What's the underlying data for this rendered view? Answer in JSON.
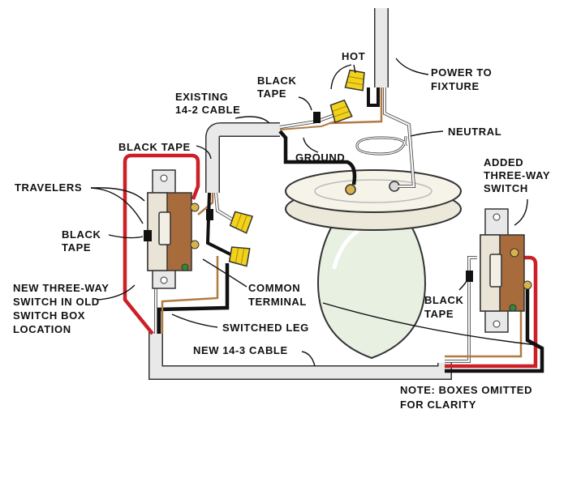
{
  "labels": {
    "hot": "HOT",
    "power_to_fixture": [
      "POWER TO",
      "FIXTURE"
    ],
    "black_tape_top": [
      "BLACK",
      "TAPE"
    ],
    "existing_cable": [
      "EXISTING",
      "14-2 CABLE"
    ],
    "neutral": "NEUTRAL",
    "black_tape_left": "BLACK TAPE",
    "ground": "GROUND",
    "travelers": "TRAVELERS",
    "added_switch": [
      "ADDED",
      "THREE-WAY",
      "SWITCH"
    ],
    "black_tape_mid": [
      "BLACK",
      "TAPE"
    ],
    "new_switch": [
      "NEW THREE-WAY",
      "SWITCH IN OLD",
      "SWITCH BOX",
      "LOCATION"
    ],
    "common_terminal": [
      "COMMON",
      "TERMINAL"
    ],
    "black_tape_right": [
      "BLACK",
      "TAPE"
    ],
    "switched_leg": "SWITCHED LEG",
    "new_cable": "NEW 14-3 CABLE",
    "note": [
      "NOTE: BOXES OMITTED",
      "FOR CLARITY"
    ]
  },
  "colors": {
    "hot_wire": "#111111",
    "traveler_red": "#cc1f26",
    "neutral_white": "#f4f4f4",
    "ground_copper": "#b07a43",
    "wire_nut": "#f2d21c",
    "cable_sheath": "#e9e9e9",
    "switch_body": "#a86b3c",
    "bulb_glass": "#e8f0e2"
  },
  "icons": {
    "wire_nut": "wire-nut-icon",
    "switch": "three-way-switch-icon",
    "bulb": "light-bulb-icon",
    "tape": "black-tape-icon"
  }
}
